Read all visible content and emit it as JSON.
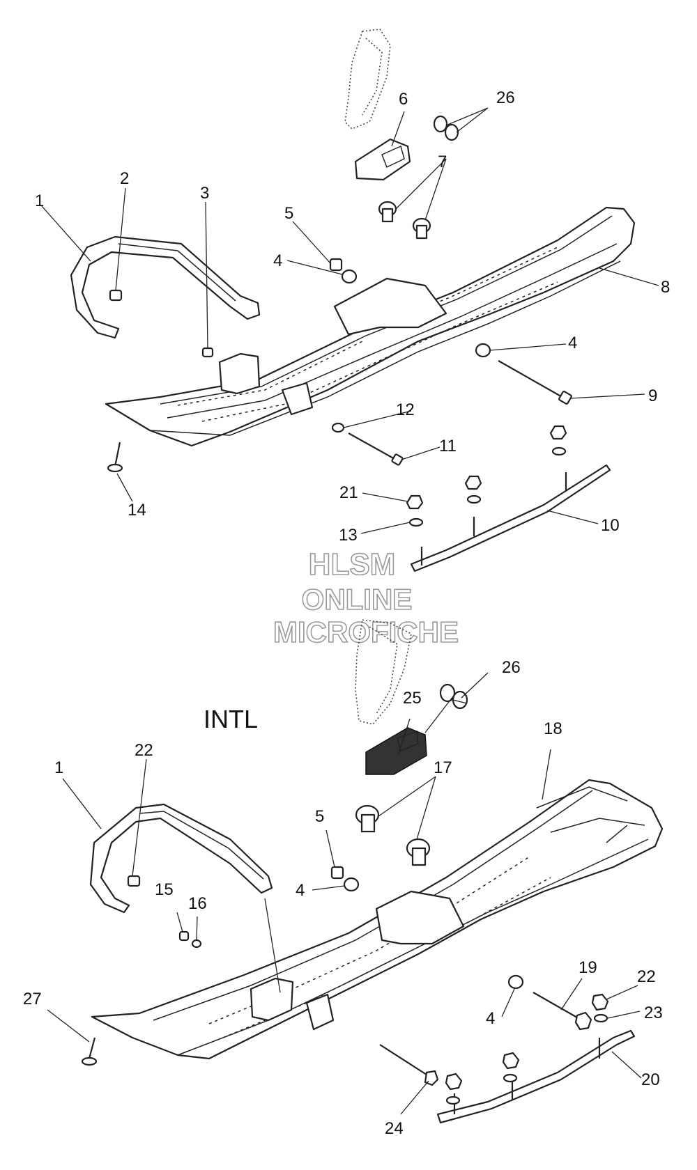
{
  "section_label": "INTL",
  "watermark": {
    "line1": "HLSM",
    "line2": "ONLINE",
    "line3": "MICROFICHE"
  },
  "callouts": {
    "top": [
      "1",
      "2",
      "3",
      "4",
      "4",
      "5",
      "6",
      "7",
      "8",
      "9",
      "10",
      "11",
      "12",
      "13",
      "14",
      "21",
      "26"
    ],
    "bottom": [
      "1",
      "4",
      "4",
      "5",
      "15",
      "16",
      "17",
      "18",
      "19",
      "20",
      "22",
      "22",
      "23",
      "24",
      "25",
      "26",
      "27"
    ]
  },
  "colors": {
    "line": "#222222",
    "background": "#ffffff",
    "watermark_outline": "#9a9a9a"
  }
}
